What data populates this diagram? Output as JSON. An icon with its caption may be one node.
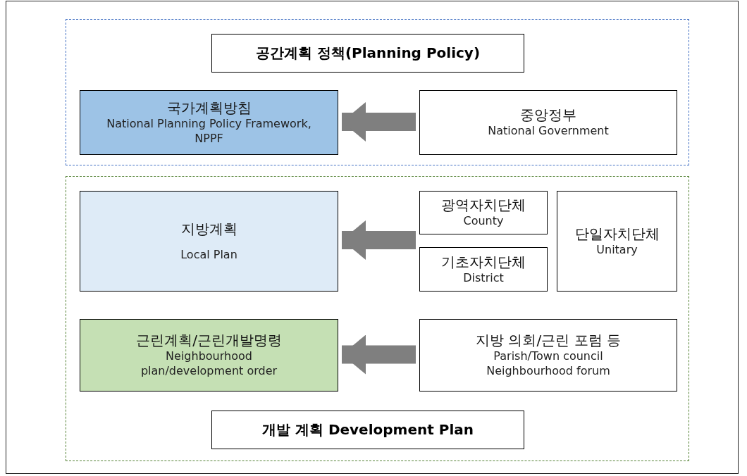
{
  "diagram": {
    "nodes": [
      {
        "text": [],
        "shape": "box"
      },
      {
        "text": [
          "공간계획 정책(Planning Policy)"
        ],
        "in": 0
      },
      {
        "text": [
          "국가계획방침",
          "National Planning Policy Framework, NPPF"
        ],
        "in": 0
      },
      {
        "text": [
          "중앙정부",
          "National Government"
        ],
        "in": 0
      },
      {
        "text": [],
        "shape": "box"
      },
      {
        "text": [
          "지방계획",
          "Local Plan"
        ],
        "in": 4
      },
      {
        "text": [
          "광역자치단체",
          "County"
        ],
        "in": 4
      },
      {
        "text": [
          "기초자치단체",
          "District"
        ],
        "in": 4
      },
      {
        "text": [
          "단일자치단체",
          "Unitary"
        ],
        "in": 4
      },
      {
        "text": [
          "근린계획/근린개발명령",
          "Neighbourhood plan/development order"
        ],
        "in": 4
      },
      {
        "text": [
          "지방 의회/근린 포럼 등",
          "Parish/Town council Neighbourhood forum"
        ],
        "in": 4
      },
      {
        "text": [
          "개발 계획 Development Plan"
        ],
        "in": 4
      }
    ],
    "edges": [
      {
        "from": 3,
        "to": 2,
        "arrow": "to"
      },
      {
        "from": 6,
        "to": 5,
        "arrow": "to"
      },
      {
        "from": 7,
        "to": 5,
        "arrow": "to"
      },
      {
        "from": 10,
        "to": 9,
        "arrow": "to"
      }
    ]
  }
}
